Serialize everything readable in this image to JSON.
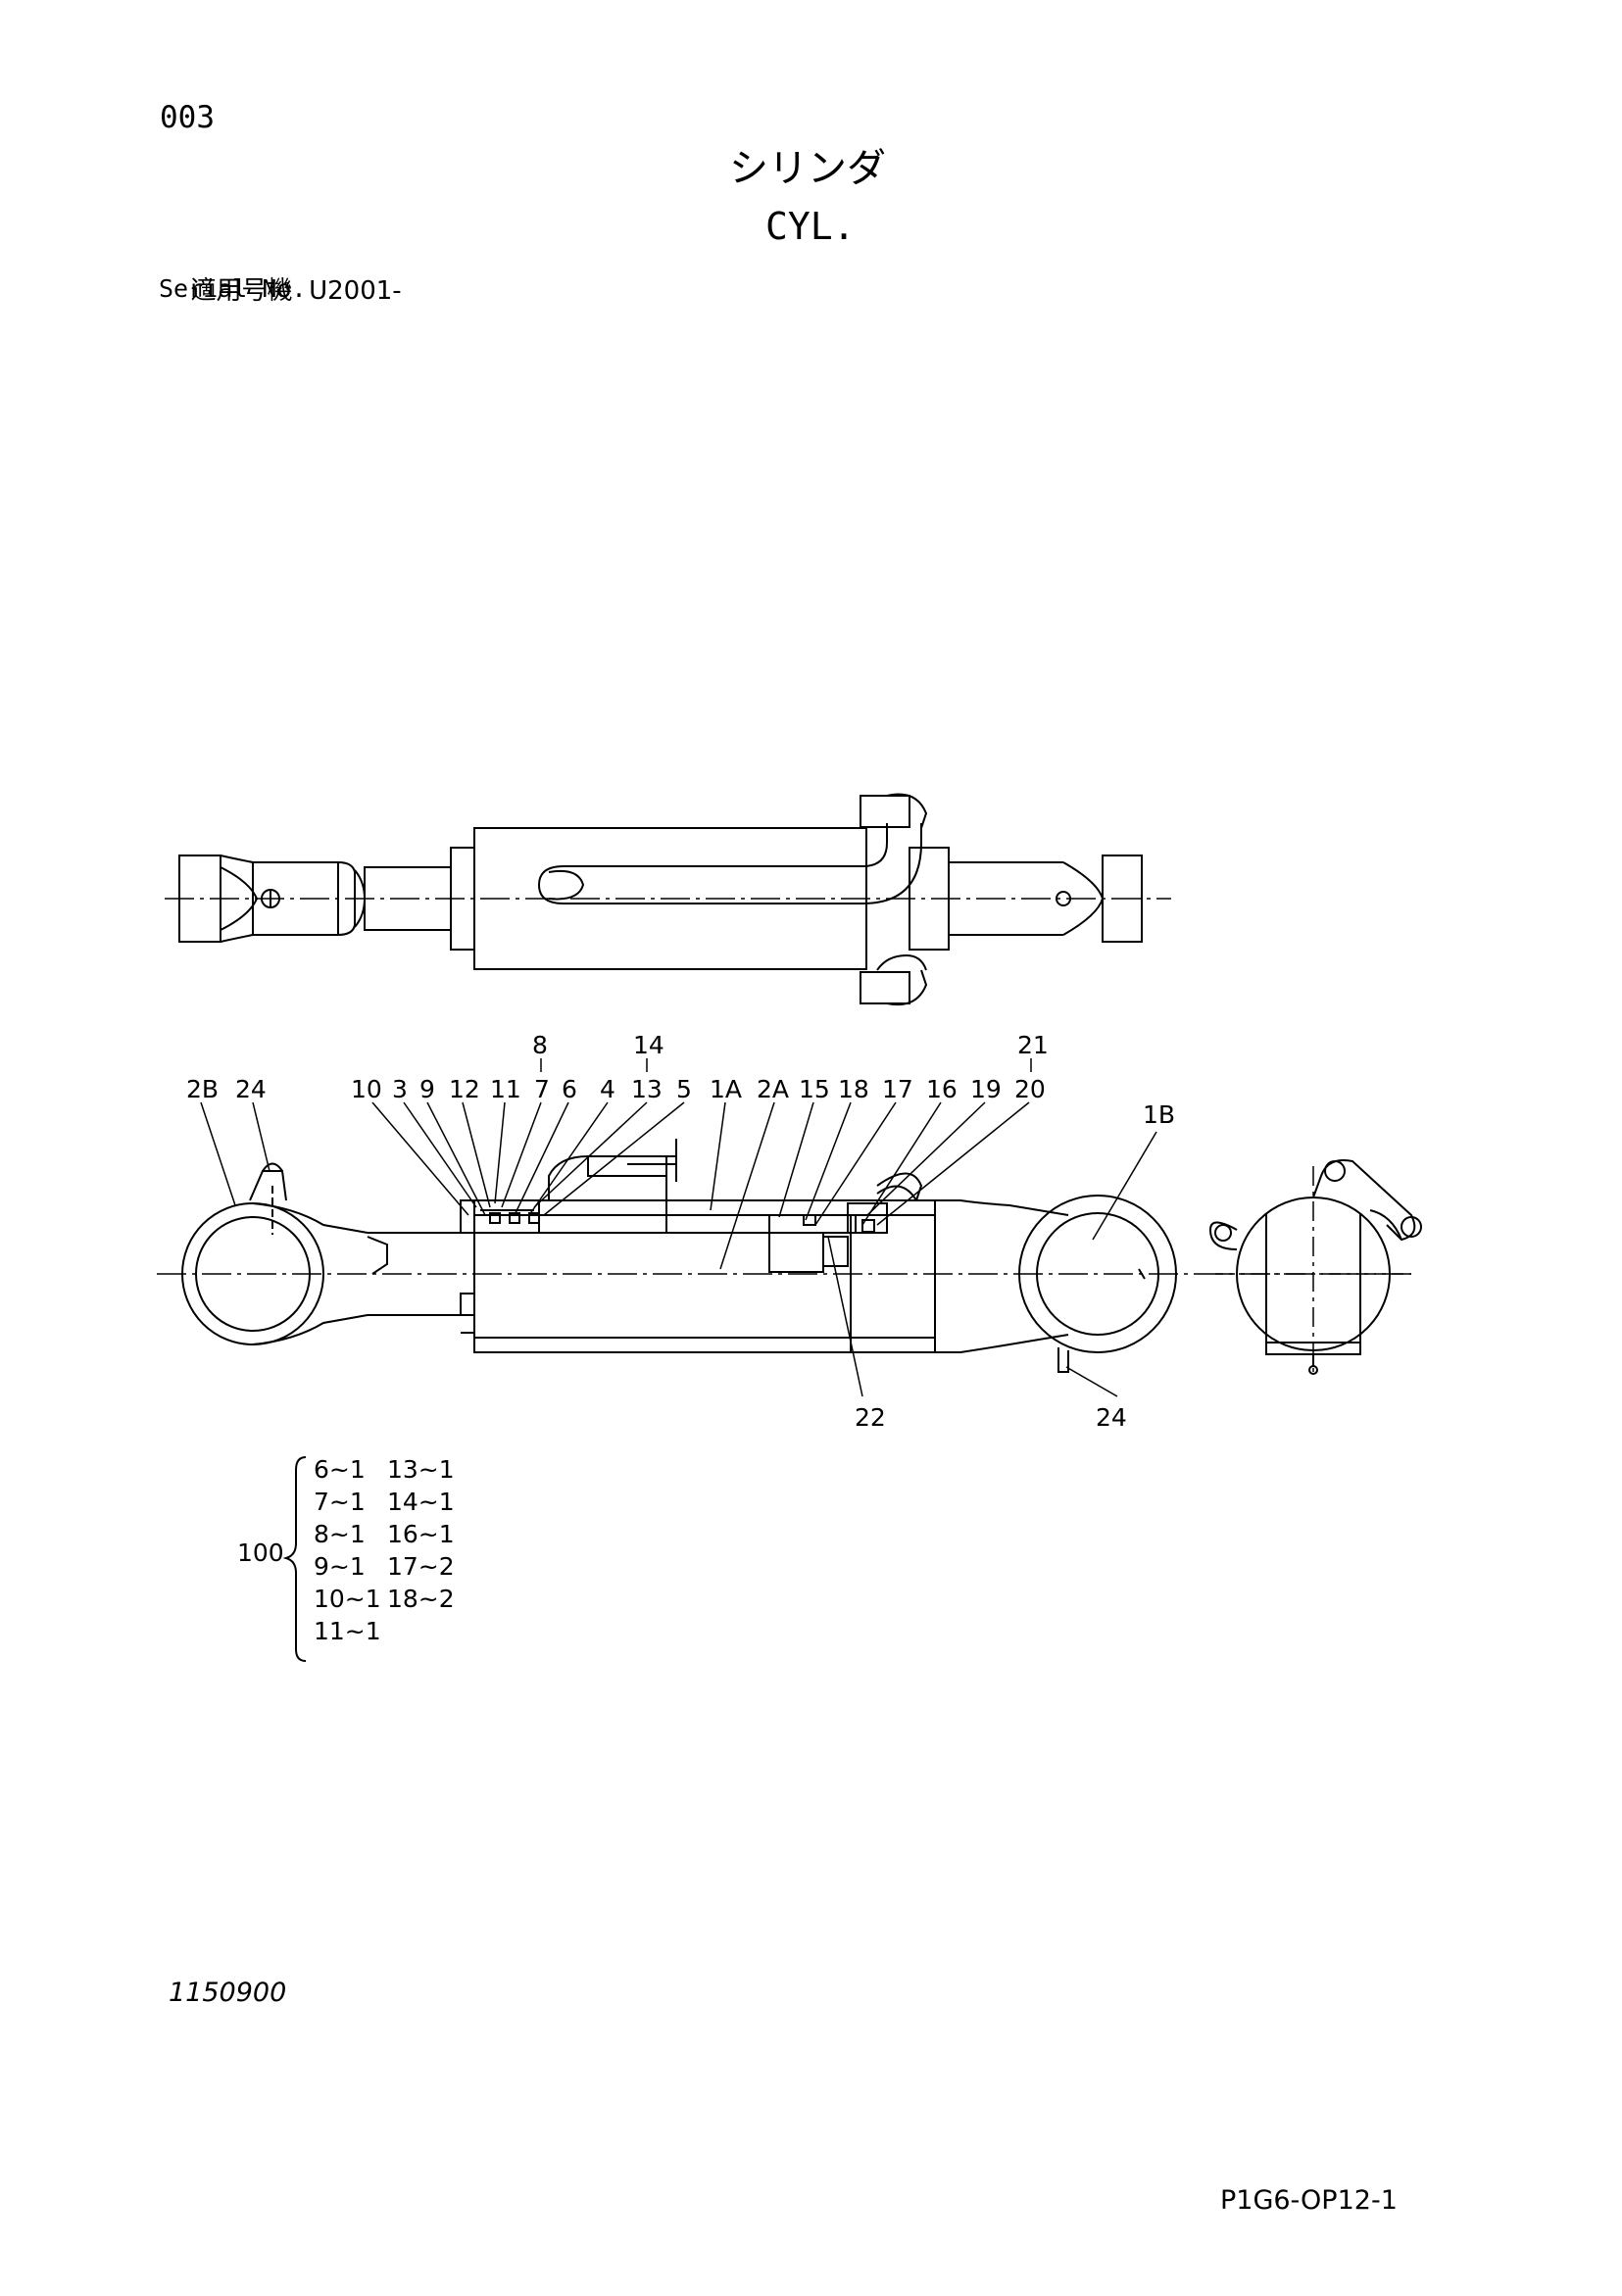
{
  "page_number": "003",
  "title_jp": "シリンダ",
  "title_en": "CYL.",
  "serial": {
    "label_jp": "適用号機",
    "value": "U2001-",
    "label_en": "Serial No."
  },
  "callouts": {
    "top_row": [
      "8",
      "14",
      "21"
    ],
    "main_row": [
      "2B",
      "24",
      "10",
      "3",
      "9",
      "12",
      "11",
      "7",
      "6",
      "4",
      "13",
      "5",
      "1A",
      "2A",
      "15",
      "18",
      "17",
      "16",
      "19",
      "20"
    ],
    "right": "1B",
    "bottom": [
      "22",
      "24"
    ]
  },
  "kit": {
    "number": "100",
    "entries": [
      "6~1",
      "13~1",
      "7~1",
      "14~1",
      "8~1",
      "16~1",
      "9~1",
      "17~2",
      "10~1",
      "18~2",
      "11~1"
    ]
  },
  "document_number": "1150900",
  "page_code": "P1G6-OP12-1"
}
